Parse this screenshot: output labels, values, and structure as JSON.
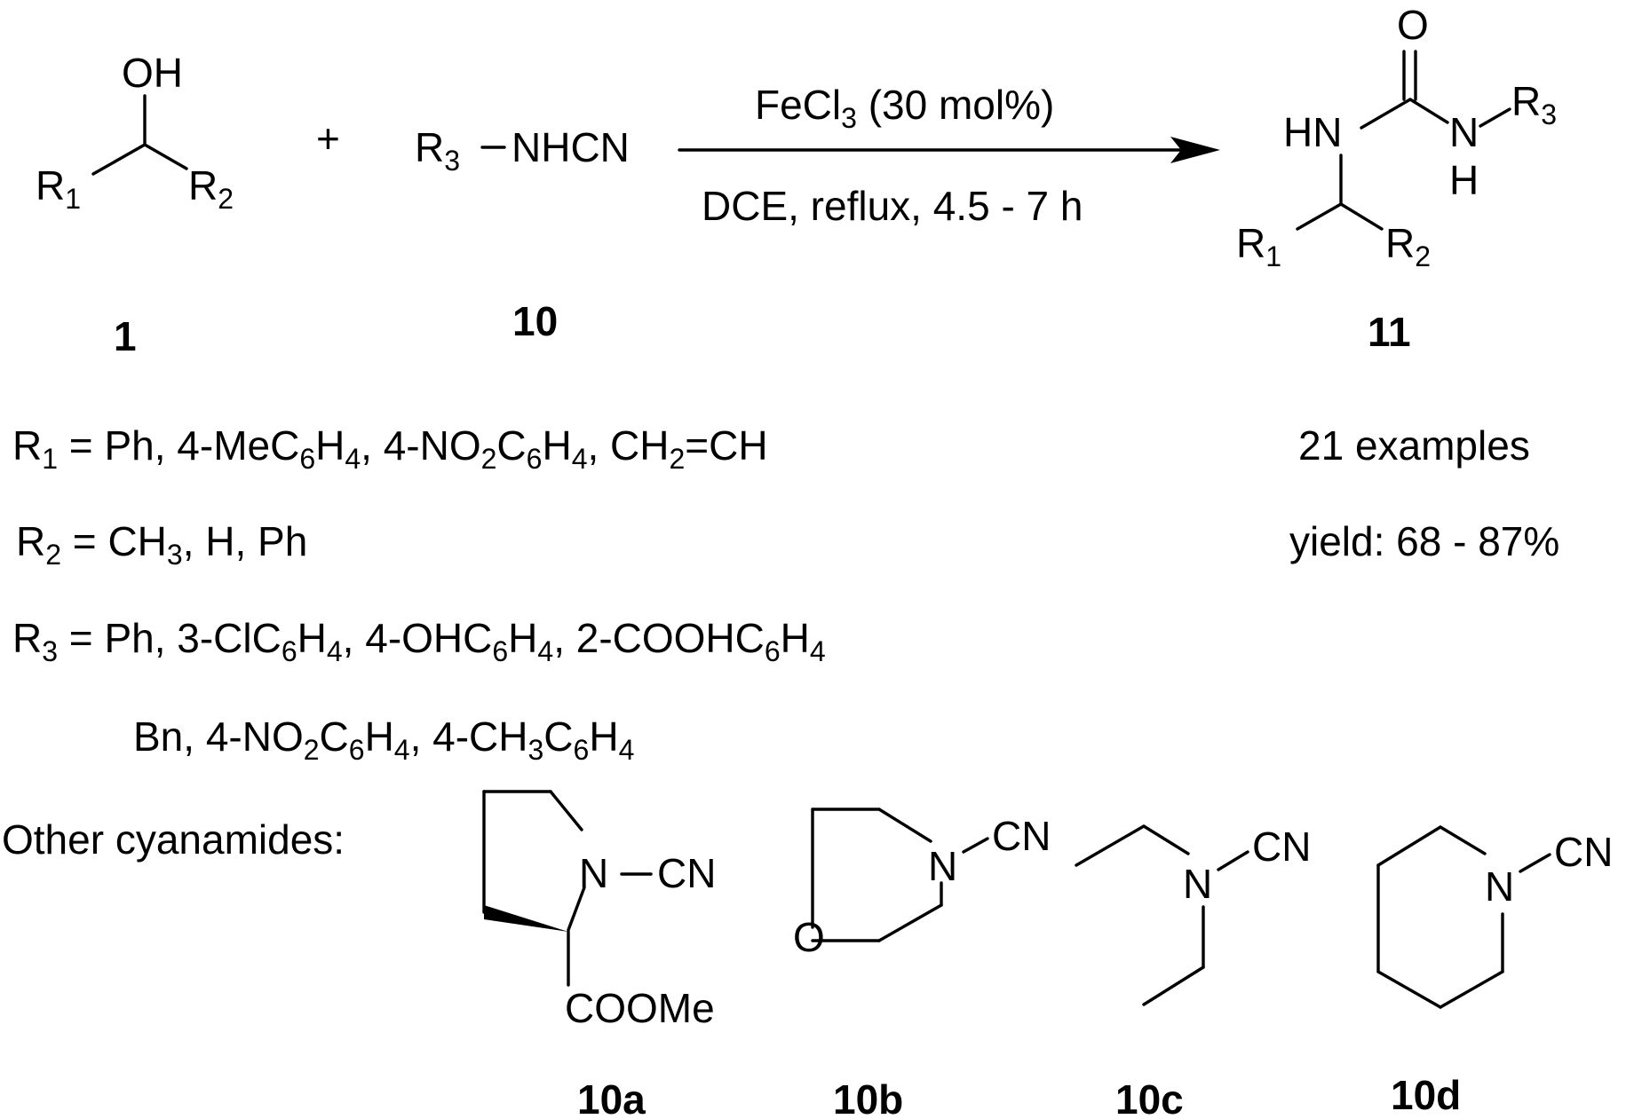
{
  "reaction": {
    "plus": "+",
    "reagent_formula": "FeCl",
    "reagent_sub": "3",
    "reagent_amount": " (30 mol%)",
    "conditions": "DCE, reflux, 4.5 - 7 h"
  },
  "alcohol": {
    "oh": "OH",
    "r1": "R",
    "r1_sub": "1",
    "r2": "R",
    "r2_sub": "2",
    "label": "1"
  },
  "cyanamide": {
    "r3": "R",
    "r3_sub": "3",
    "group": "NHCN",
    "label": "10"
  },
  "product": {
    "o": "O",
    "hn": "HN",
    "n": "N",
    "h": "H",
    "r3": "R",
    "r3_sub": "3",
    "r1": "R",
    "r1_sub": "1",
    "r2": "R",
    "r2_sub": "2",
    "label": "11"
  },
  "substituents": {
    "r1_line": {
      "pre": "R",
      "pre_sub": "1",
      "eq": " = ",
      "sp1": " Ph, 4-MeC",
      "s1": "6",
      "t1": "H",
      "s2": "4",
      "t2": ", 4-NO",
      "s3": "2",
      "t3": "C",
      "s4": "6",
      "t4": "H",
      "s5": "4",
      "t5": ",  CH",
      "s6": "2",
      "t6": "=CH"
    },
    "r2_line": {
      "pre": "R",
      "pre_sub": "2",
      "eq": " = CH",
      "s1": "3",
      "t1": ", H, Ph"
    },
    "r3_line": {
      "pre": "R",
      "pre_sub": "3",
      "eq": " = Ph, 3-ClC",
      "s1": "6",
      "t1": "H",
      "s2": "4",
      "t2": ", 4-OHC",
      "s3": "6",
      "t3": "H",
      "s4": "4",
      "t4": ", 2-COOHC",
      "s5": "6",
      "t5": "H",
      "s6": "4"
    },
    "r3_cont": {
      "t0": "Bn, 4-NO",
      "s1": "2",
      "t1": "C",
      "s2": "6",
      "t2": "H",
      "s3": "4",
      "t3": ", 4-CH",
      "s4": "3",
      "t4": "C",
      "s5": "6",
      "t5": "H",
      "s6": "4"
    }
  },
  "summary": {
    "examples": "21 examples",
    "yield": "yield: 68 - 87%"
  },
  "others": {
    "heading": "Other cyanamides:",
    "a": {
      "n": "N",
      "cn": "CN",
      "ester": "COOMe",
      "label": "10a"
    },
    "b": {
      "n": "N",
      "cn": "CN",
      "o": "O",
      "label": "10b"
    },
    "c": {
      "n": "N",
      "cn": "CN",
      "label": "10c"
    },
    "d": {
      "n": "N",
      "cn": "CN",
      "label": "10d"
    }
  }
}
